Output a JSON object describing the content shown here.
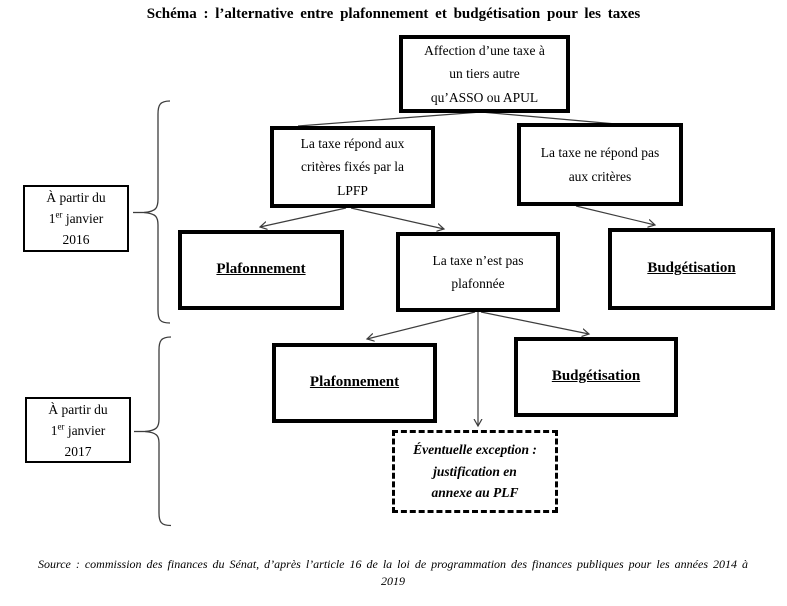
{
  "title": "Schéma : l’alternative entre plafonnement et budgétisation pour les taxes",
  "nodes": {
    "root": {
      "text": "Affection d’une taxe à\nun tiers autre\nqu’ASSO ou APUL"
    },
    "meets": {
      "text": "La taxe répond aux\ncritères fixés par la\nLPFP"
    },
    "fails": {
      "text": "La taxe ne répond pas\naux critères"
    },
    "cap2016": {
      "text": "Plafonnement"
    },
    "notcapped": {
      "text": "La taxe n’est pas\nplafonnée"
    },
    "budget2016": {
      "text": "Budgétisation"
    },
    "cap2017": {
      "text": "Plafonnement"
    },
    "budget2017": {
      "text": "Budgétisation"
    },
    "exception": {
      "text": "Éventuelle exception :\njustification en\nannexe au PLF"
    }
  },
  "period_labels": [
    {
      "line1": "À partir du",
      "day": "1",
      "ordinal": "er",
      "month": " janvier",
      "year": "2016"
    },
    {
      "line1": "À partir du",
      "day": "1",
      "ordinal": "er",
      "month": " janvier",
      "year": "2017"
    }
  ],
  "source": {
    "text": "Source : commission des finances du Sénat, d’après l’article 16 de la loi de programmation des finances publiques pour les années 2014 à 2019"
  },
  "colors": {
    "box_border": "#000000",
    "connector": "#3d3d3d",
    "background": "#ffffff",
    "text": "#000000"
  }
}
